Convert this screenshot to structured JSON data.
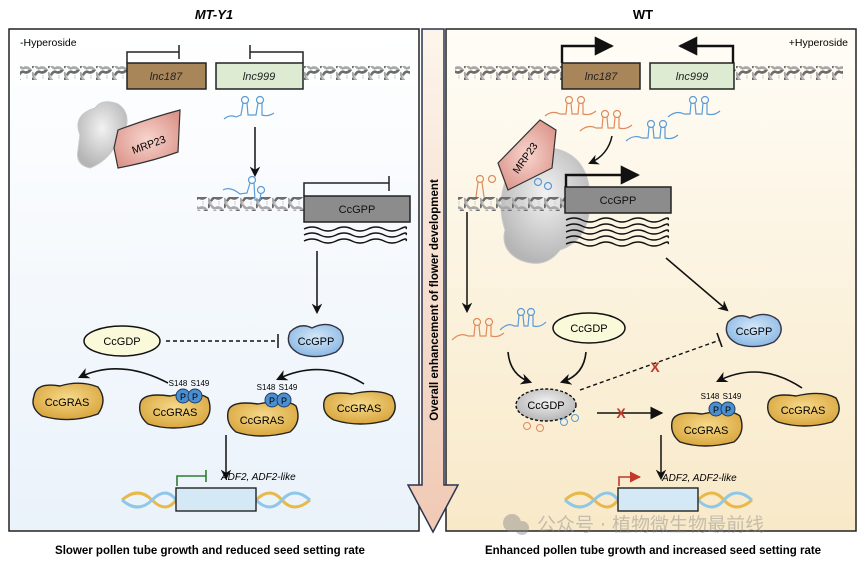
{
  "left_panel": {
    "title": "MT-Y1",
    "condition": "-Hyperoside",
    "genes": {
      "lnc187": "lnc187",
      "lnc999": "lnc999",
      "target": "CcGPP"
    },
    "protein_mrp": "MRP23",
    "ccgdp": "CcGDP",
    "ccgpp": "CcGPP",
    "ccgras": "CcGRAS",
    "site1": "S148",
    "site2": "S149",
    "phospho": "P",
    "downstream": "ADF2, ADF2-like",
    "outcome": "Slower pollen tube growth and reduced seed setting rate"
  },
  "right_panel": {
    "title": "WT",
    "condition": "+Hyperoside",
    "genes": {
      "lnc187": "lnc187",
      "lnc999": "lnc999",
      "target": "CcGPP"
    },
    "protein_mrp": "MRP23",
    "ccgdp": "CcGDP",
    "ccgpp": "CcGPP",
    "ccgras": "CcGRAS",
    "site1": "S148",
    "site2": "S149",
    "phospho": "P",
    "block_mark": "X",
    "downstream": "ADF2, ADF2-like",
    "outcome": "Enhanced pollen tube growth and increased seed setting rate"
  },
  "center_arrow": {
    "label": "Overall enhancement of flower development"
  },
  "watermark": {
    "text": "公众号 · 植物微生物最前线"
  },
  "colors": {
    "lnc187": "#a8865a",
    "lnc999": "#dcebd2",
    "ccgpp_box": "#8c8c8c",
    "ccgdp": "#fafadb",
    "ccgpp_protein": "#a9cdee",
    "ccgras": "#e0b552",
    "phospho": "#4b8fd0",
    "mrp23": "#e6a8a0",
    "rna_orange": "#e08b5b",
    "rna_blue": "#5b9bd5",
    "block_red": "#c0392b",
    "inhibit_green": "#2e7d32",
    "activate_red": "#c0392b"
  }
}
